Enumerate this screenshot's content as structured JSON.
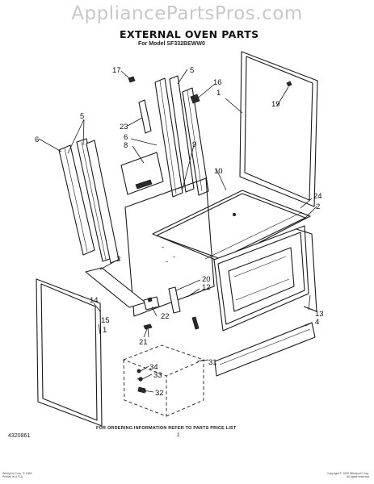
{
  "header": {
    "watermark": "AppliancePartsPros.com",
    "title": "EXTERNAL OVEN PARTS",
    "subtitle": "For Model SF332BEWW0"
  },
  "footer": {
    "order_note": "FOR ORDERING INFORMATION REFER TO PARTS PRICE LIST",
    "doc_number": "4320861",
    "page_number": "2",
    "fine_print_left": "Whirlpool Corp. © 1990\nPrinted in U.S.A.",
    "fine_print_right": "Copyright © 1990 Whirlpool Corp.\nAll rights reserved"
  },
  "callouts": {
    "c17": "17",
    "c5_right": "5",
    "c16": "16",
    "c1_top": "1",
    "c19": "19",
    "c5_left": "5",
    "c23": "23",
    "c6_left": "6",
    "c6_center": "6",
    "c8": "8",
    "c9": "9",
    "c10": "10",
    "c24": "24",
    "c2": "2",
    "c3": "3",
    "c20": "20",
    "c12": "12",
    "c22": "22",
    "c14": "14",
    "c15": "15",
    "c1_bottom": "1",
    "c21": "21",
    "c13": "13",
    "c4": "4",
    "c31": "31",
    "c34": "34",
    "c33": "33",
    "c32": "32"
  }
}
